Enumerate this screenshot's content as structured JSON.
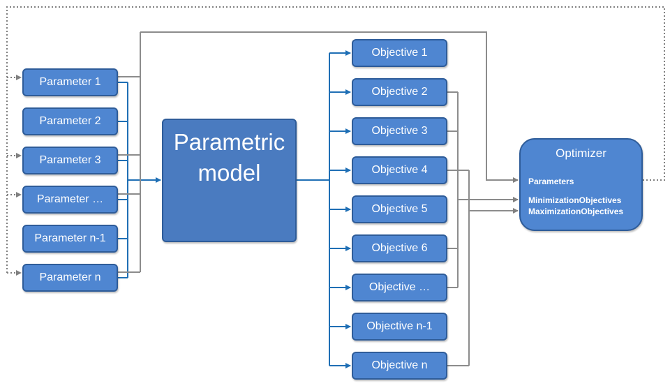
{
  "parameters": [
    "Parameter 1",
    "Parameter 2",
    "Parameter 3",
    "Parameter …",
    "Parameter n-1",
    "Parameter n"
  ],
  "model": {
    "line1": "Parametric",
    "line2": "model"
  },
  "objectives": [
    "Objective 1",
    "Objective 2",
    "Objective 3",
    "Objective 4",
    "Objective 5",
    "Objective 6",
    "Objective …",
    "Objective n-1",
    "Objective n"
  ],
  "optimizer": {
    "title": "Optimizer",
    "parameters_label": "Parameters",
    "minimization_label": "MinimizationObjectives",
    "maximization_label": "MaximizationObjectives"
  },
  "colors": {
    "box_fill": "#4f86d1",
    "model_fill": "#4a7bc0",
    "box_border": "#2e5c99",
    "blue_connector": "#1f6fb5",
    "gray_connector": "#8c8c8c",
    "feedback_dotted": "#808080"
  }
}
